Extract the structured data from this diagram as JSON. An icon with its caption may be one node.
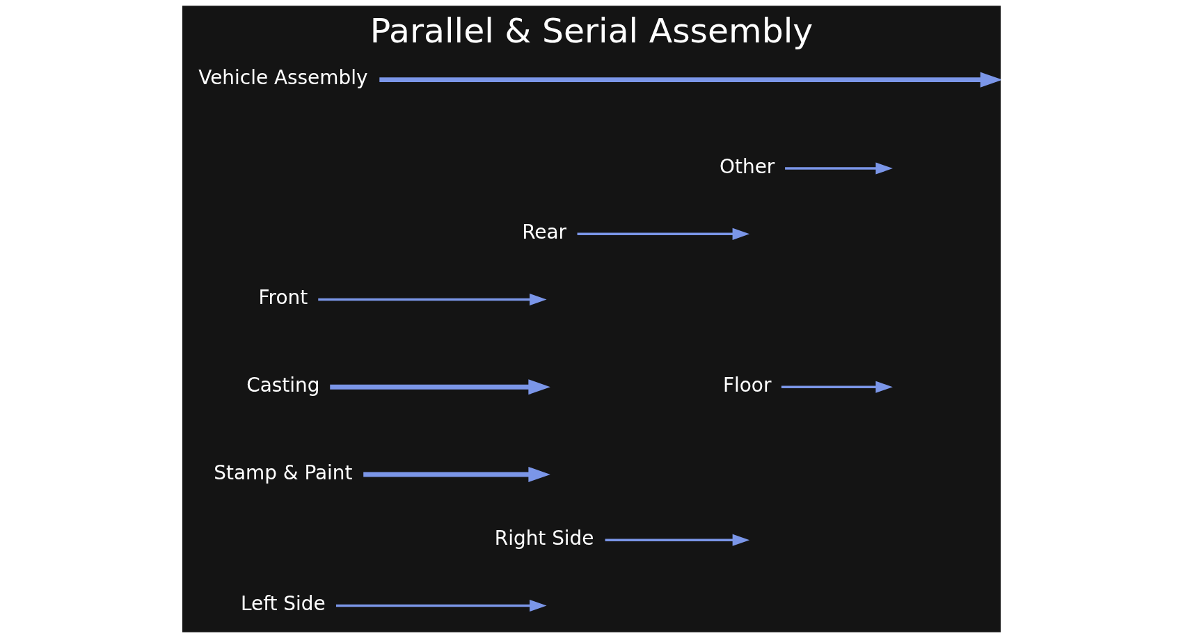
{
  "diagram": {
    "title": "Parallel & Serial Assembly",
    "nodes": [
      {
        "text": [
          "Left Side"
        ]
      },
      {
        "text": [
          "Right Side"
        ]
      },
      {
        "text": [
          "Floor"
        ]
      },
      {
        "text": [
          "Stamp & Paint"
        ]
      },
      {
        "text": [
          "Casting"
        ]
      },
      {
        "text": [
          "Front"
        ]
      },
      {
        "text": [
          "Rear"
        ]
      },
      {
        "text": [
          "Other"
        ]
      },
      {
        "text": [
          "Vehicle Assembly"
        ]
      }
    ],
    "edges": [
      {
        "from": 0,
        "to": null,
        "arrow": "to"
      },
      {
        "from": 1,
        "to": null,
        "arrow": "to"
      },
      {
        "from": 2,
        "to": null,
        "arrow": "to"
      },
      {
        "from": 3,
        "to": null,
        "arrow": "to",
        "style": "thick"
      },
      {
        "from": 8,
        "to": null,
        "arrow": "to",
        "style": "thick"
      },
      {
        "from": 4,
        "to": null,
        "arrow": "to",
        "style": "thick"
      },
      {
        "from": 5,
        "to": null,
        "arrow": "to"
      },
      {
        "from": 6,
        "to": null,
        "arrow": "to"
      },
      {
        "from": 7,
        "to": null,
        "arrow": "to"
      }
    ]
  }
}
